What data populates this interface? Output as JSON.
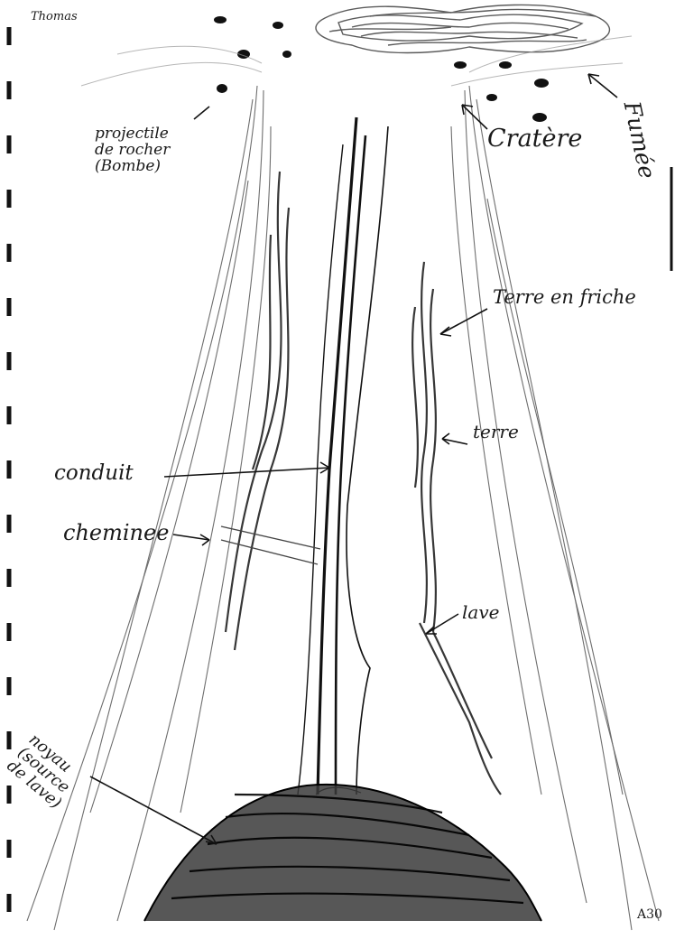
{
  "author": "Thomas",
  "labels": {
    "fumee": "Fumée",
    "cratere": "Cratère",
    "projectile_line1": "projectile",
    "projectile_line2": "de rocher",
    "projectile_line3": "(Bombe)",
    "terre_en_friche": "Terre en friche",
    "terre": "terre",
    "conduit": "conduit",
    "cheminee": "cheminee",
    "lave": "lave",
    "noyau_line1": "noyau",
    "noyau_line2": "(source",
    "noyau_line3": "de lave)"
  },
  "page_code": "A30",
  "colors": {
    "ink": "#1a1a1a",
    "paper": "#ffffff"
  }
}
